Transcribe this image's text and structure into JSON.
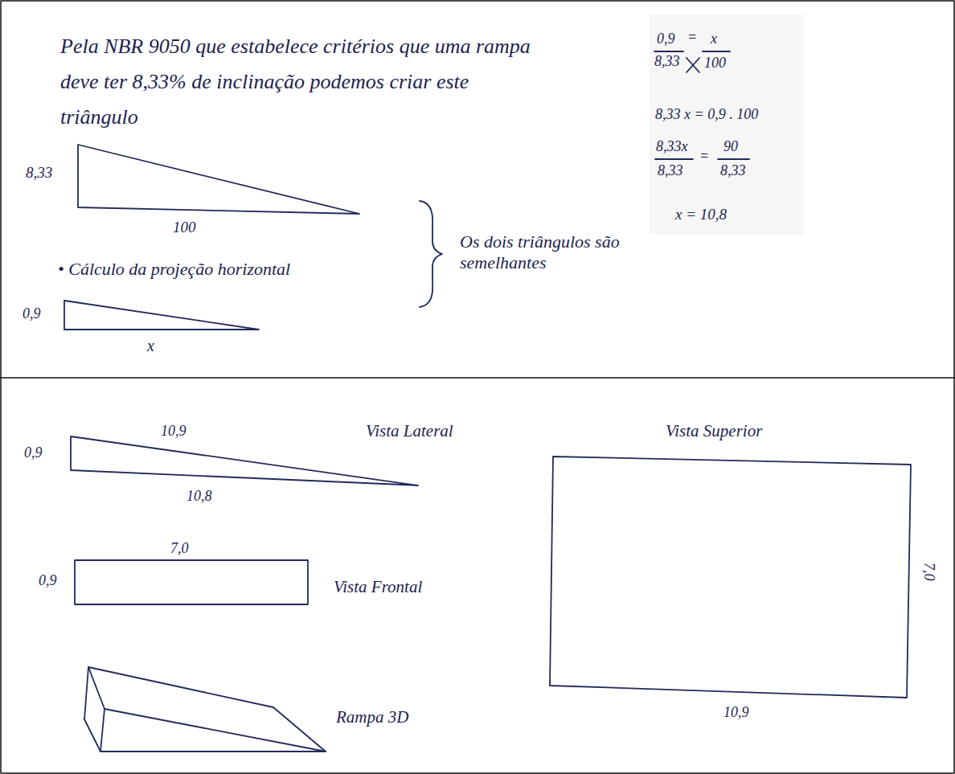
{
  "diagram": {
    "labels": [
      "Pela NBR 9050 que estabelece critérios que uma rampa deve ter 8,33% de inclinação podemos criar este triângulo",
      "8,33",
      "100",
      "• Cálculo da projeção horizontal",
      "0,9",
      "x",
      "Os dois triângulos são semelhantes",
      "0,9",
      "=",
      "x",
      "8,33",
      "100",
      "8,33 x = 0,9 . 100",
      "8,33x",
      "=",
      "90",
      "8,33",
      "8,33",
      "x = 10,8",
      "Vista Lateral",
      "0,9",
      "10,9",
      "10,8",
      "7,0",
      "0,9",
      "Vista Frontal",
      "Rampa 3D",
      "Vista Superior",
      "7,0",
      "10,9"
    ]
  }
}
